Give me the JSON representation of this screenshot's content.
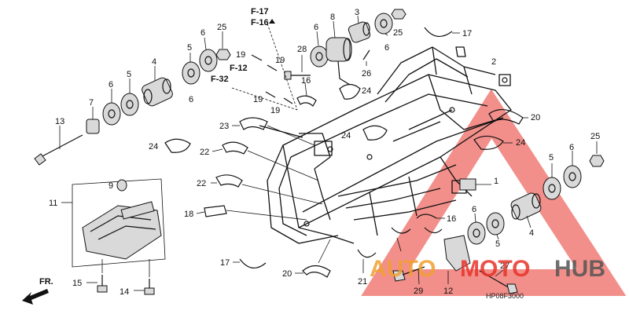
{
  "callouts": {
    "c1": "1",
    "c2": "2",
    "c3": "3",
    "c4a": "4",
    "c4b": "4",
    "c5a": "5",
    "c5b": "5",
    "c5c": "5",
    "c5d": "5",
    "c6a": "6",
    "c6b": "6",
    "c6c": "6",
    "c6d": "6",
    "c6e": "6",
    "c6f": "6",
    "c6g": "6",
    "c7": "7",
    "c8": "8",
    "c9": "9",
    "c11": "11",
    "c12": "12",
    "c13": "13",
    "c14": "14",
    "c15": "15",
    "c16a": "16",
    "c16b": "16",
    "c17a": "17",
    "c17b": "17",
    "c18": "18",
    "c19a": "19",
    "c19b": "19",
    "c19c": "19",
    "c19d": "19",
    "c20a": "20",
    "c20b": "20",
    "c21": "21",
    "c22a": "22",
    "c22b": "22",
    "c23": "23",
    "c24a": "24",
    "c24b": "24",
    "c24c": "24",
    "c24d": "24",
    "c25a": "25",
    "c25b": "25",
    "c25c": "25",
    "c26": "26",
    "c27": "27",
    "c28": "28",
    "c29": "29"
  },
  "references": {
    "f17": "F-17",
    "f16": "F-16",
    "f12": "F-12",
    "f32": "F-32"
  },
  "front_arrow_label": "FR.",
  "diagram_code": "HP08F3000",
  "watermark": {
    "text_auto": "AUTO",
    "text_moto": "MOTO",
    "text_hub": "HUB",
    "color_red": "#e8332a",
    "color_orange": "#f0a030",
    "color_gray": "#555555"
  }
}
